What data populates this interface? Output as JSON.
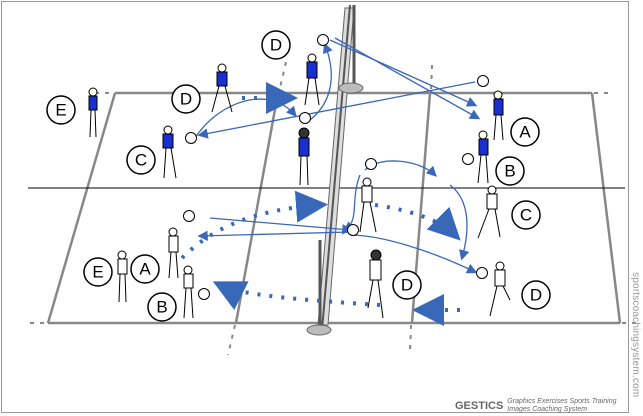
{
  "diagram": {
    "colors": {
      "team_blue": "#1a2fd0",
      "arrow": "#3a68b8",
      "court_line": "#888888",
      "net": "#777777"
    },
    "labels": {
      "top_d_net": "D",
      "top_d_left": "D",
      "top_e": "E",
      "top_c": "C",
      "top_a": "A",
      "top_b": "B",
      "bottom_c": "C",
      "bottom_e": "E",
      "bottom_a": "A",
      "bottom_b": "B",
      "bottom_d_center": "D",
      "bottom_d_right": "D"
    }
  },
  "watermark": "sportscoachingsystem.com",
  "logo": {
    "brand": "GESTICS",
    "tagline_1": "Graphics Exercises Sports Training",
    "tagline_2": "Images Coaching System"
  }
}
